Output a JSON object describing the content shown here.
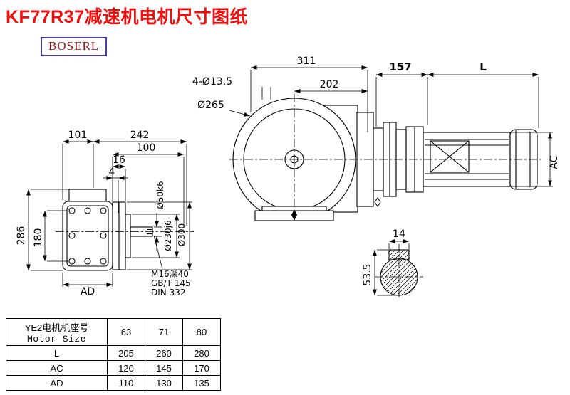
{
  "page": {
    "title": "KF77R37减速机电机尺寸图纸",
    "logo": "BOSERL"
  },
  "front_view": {
    "dim_width_total": "311",
    "dim_width_flange": "202",
    "dim_bolt_holes": "4-Ø13.5",
    "dim_flange_diameter": "Ø265",
    "dim_motor_gap": "157",
    "dim_motor_length": "L",
    "dim_motor_diameter": "AC"
  },
  "side_view": {
    "dim_101": "101",
    "dim_242": "242",
    "dim_100": "100",
    "dim_16": "16",
    "dim_4": "4",
    "dim_height": "286",
    "dim_180": "180",
    "dim_AD": "AD",
    "dim_shaft_diameter": "Ø50k6",
    "dim_spigot_diameter": "Ø230j6",
    "dim_flange_outer": "Ø300",
    "note_tap": "M16深40",
    "note_std1": "GB/T 145",
    "note_std2": "DIN 332"
  },
  "shaft_section": {
    "dim_key_width": "14",
    "dim_key_height": "53.5"
  },
  "table": {
    "header_cn": "YE2电机机座号",
    "header_en": "Motor Size",
    "sizes": [
      "63",
      "71",
      "80"
    ],
    "rows": [
      {
        "label": "L",
        "values": [
          "205",
          "260",
          "280"
        ]
      },
      {
        "label": "AC",
        "values": [
          "120",
          "145",
          "170"
        ]
      },
      {
        "label": "AD",
        "values": [
          "110",
          "130",
          "135"
        ]
      }
    ]
  }
}
